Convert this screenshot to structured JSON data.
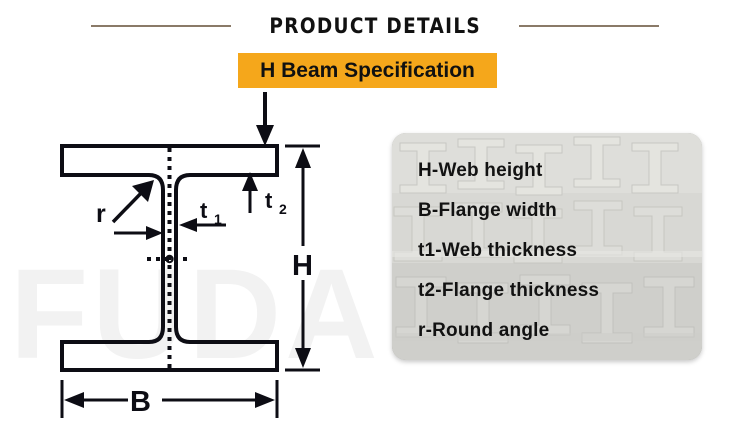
{
  "header": {
    "title": "PRODUCT DETAILS",
    "rule_color": "#8a7a68"
  },
  "spec_label": {
    "text": "H Beam Specification",
    "background_color": "#f5a71b",
    "text_color": "#111111"
  },
  "watermark": {
    "text": "FUDA"
  },
  "diagram": {
    "name": "h-beam-cross-section",
    "labels": {
      "height": "H",
      "width": "B",
      "web_thickness": "t",
      "web_thickness_sub": "1",
      "flange_thickness": "t",
      "flange_thickness_sub": "2",
      "radius": "r"
    }
  },
  "info_panel": {
    "items": [
      {
        "label": "H-Web height"
      },
      {
        "label": "B-Flange width"
      },
      {
        "label": "t1-Web thickness"
      },
      {
        "label": "t2-Flange thickness"
      },
      {
        "label": "r-Round angle"
      }
    ]
  }
}
